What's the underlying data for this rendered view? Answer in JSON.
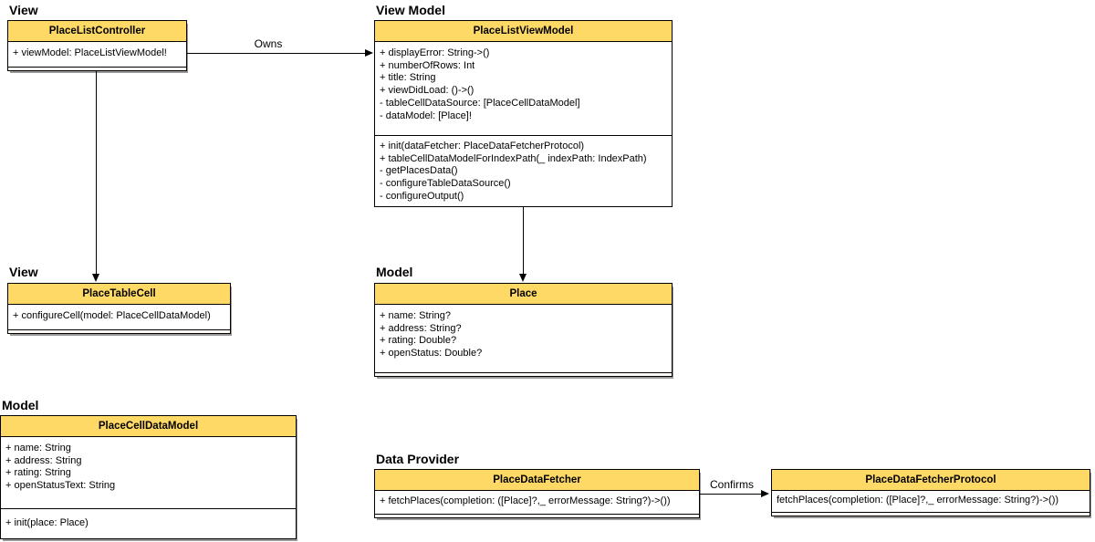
{
  "diagram": {
    "section_labels": {
      "view_top": "View",
      "view_model": "View Model",
      "view_bottom": "View",
      "model_center": "Model",
      "model_bottom": "Model",
      "data_provider": "Data Provider"
    },
    "classes": {
      "place_list_controller": {
        "title": "PlaceListController",
        "attributes": [
          "+ viewModel: PlaceListViewModel!"
        ]
      },
      "place_list_view_model": {
        "title": "PlaceListViewModel",
        "attributes": [
          "+ displayError: String->()",
          "+ numberOfRows: Int",
          "+ title: String",
          "+ viewDidLoad: ()->()",
          "- tableCellDataSource: [PlaceCellDataModel]",
          "- dataModel: [Place]!"
        ],
        "methods": [
          "+ init(dataFetcher: PlaceDataFetcherProtocol)",
          "+ tableCellDataModelForIndexPath(_ indexPath: IndexPath)",
          "- getPlacesData()",
          "- configureTableDataSource()",
          "- configureOutput()"
        ]
      },
      "place_table_cell": {
        "title": "PlaceTableCell",
        "attributes": [
          "+ configureCell(model: PlaceCellDataModel)"
        ]
      },
      "place": {
        "title": "Place",
        "attributes": [
          "+ name: String?",
          "+ address: String?",
          "+ rating: Double?",
          "+ openStatus: Double?"
        ]
      },
      "place_cell_data_model": {
        "title": "PlaceCellDataModel",
        "attributes": [
          "+ name: String",
          "+ address: String",
          "+ rating: String",
          "+ openStatusText: String"
        ],
        "methods": [
          "+ init(place: Place)"
        ]
      },
      "place_data_fetcher": {
        "title": "PlaceDataFetcher",
        "methods": [
          "+ fetchPlaces(completion: ([Place]?,_ errorMessage: String?)->())"
        ]
      },
      "place_data_fetcher_protocol": {
        "title": "PlaceDataFetcherProtocol",
        "methods": [
          "fetchPlaces(completion: ([Place]?,_ errorMessage: String?)->())"
        ]
      }
    },
    "relations": {
      "owns": "Owns",
      "confirms": "Confirms"
    },
    "colors": {
      "header_fill": "#FFD966",
      "box_border": "#000000",
      "shadow": "#9A9A9A",
      "background": "#FFFFFF"
    }
  }
}
